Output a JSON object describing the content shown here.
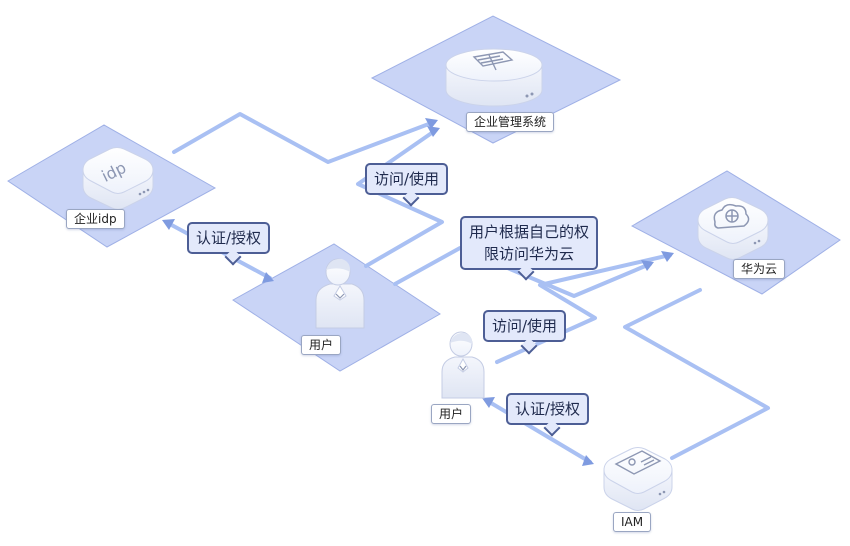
{
  "nodes": {
    "enterprise_system": "企业管理系统",
    "enterprise_idp": "企业idp",
    "huawei_cloud": "华为云",
    "user_left": "用户",
    "user_right": "用户",
    "iam": "IAM"
  },
  "bubbles": {
    "access_use_top": "访问/使用",
    "auth_left": "认证/授权",
    "permission_line1": "用户根据自己的权",
    "permission_line2": "限访问华为云",
    "access_use_bottom": "访问/使用",
    "auth_bottom": "认证/授权"
  },
  "icons": {
    "idp_icon_text": "idp"
  },
  "colors": {
    "platform_fill": "#c9d4f6",
    "platform_stroke": "#9fb0e6",
    "connector": "#a9c0f3",
    "bubble_fill": "#e3e9fb",
    "bubble_border": "#4d5e95"
  }
}
